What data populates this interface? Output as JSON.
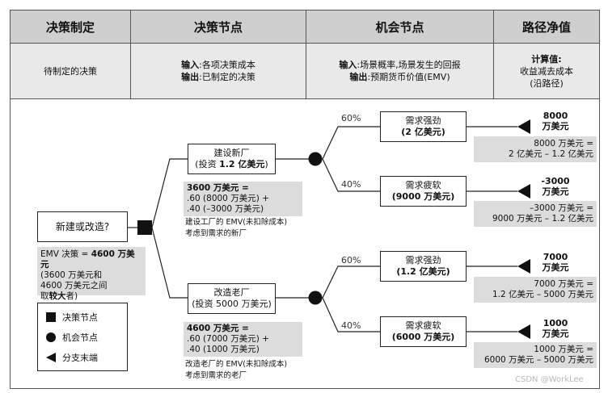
{
  "headers": {
    "col1": "决策制定",
    "col2": "决策节点",
    "col3": "机会节点",
    "col4": "路径净值"
  },
  "subheaders": {
    "col1": "待制定的决策",
    "col2_line1_label": "输入",
    "col2_line1_text": ":各项决策成本",
    "col2_line2_label": "输出",
    "col2_line2_text": ":已制定的决策",
    "col3_line1_label": "输入",
    "col3_line1_text": ":场景概率,场景发生的回报",
    "col3_line2_label": "输出",
    "col3_line2_text": ":预期货币价值(EMV)",
    "col4_line1": "计算值:",
    "col4_line2": "收益减去成本",
    "col4_line3": "(沿路径)"
  },
  "root": {
    "label": "新建或改造?",
    "emv_line1_prefix": "EMV 决策 = ",
    "emv_line1_value": "4600 万美元",
    "emv_line2": "(3600 万美元和",
    "emv_line3": "4600 万美元之间",
    "emv_line4_prefix": "取",
    "emv_line4_bold": "较大",
    "emv_line4_suffix": "者)"
  },
  "branch_new": {
    "label_line1": "建设新厂",
    "label_line2_prefix": "(投资 ",
    "label_line2_bold": "1.2 亿美元",
    "label_line2_suffix": ")",
    "calc_line1": "3600 万美元 =",
    "calc_line2": ".60 (8000 万美元) +",
    "calc_line3": ".40 (–3000 万美元)",
    "note_line1": "建设工厂的 EMV(未扣除成本)",
    "note_line2": "考虑到需求的新厂"
  },
  "branch_upgrade": {
    "label_line1": "改造老厂",
    "label_line2": "(投资 5000 万美元)",
    "calc_line1": "4600 万美元 =",
    "calc_line2": ".60 (7000 万美元) +",
    "calc_line3": ".40 (1000 万美元)",
    "note_line1": "改造老厂的 EMV(未扣除成本)",
    "note_line2": "考虑到需求的老厂"
  },
  "outcomes": [
    {
      "pct": "60%",
      "label_line1": "需求强劲",
      "label_line2": "(2 亿美元)",
      "end_line1": "8000",
      "end_line2": "万美元",
      "calc_line1": "8000 万美元 =",
      "calc_line2": "2 亿美元 – 1.2 亿美元"
    },
    {
      "pct": "40%",
      "label_line1": "需求疲软",
      "label_line2": "(9000 万美元)",
      "end_line1": "-3000",
      "end_line2": "万美元",
      "calc_line1": "–3000 万美元 =",
      "calc_line2": "9000 万美元 – 1.2 亿美元"
    },
    {
      "pct": "60%",
      "label_line1": "需求强劲",
      "label_line2": "(1.2 亿美元)",
      "end_line1": "7000",
      "end_line2": "万美元",
      "calc_line1": "7000 万美元 =",
      "calc_line2": "1.2 亿美元 – 5000 万美元"
    },
    {
      "pct": "40%",
      "label_line1": "需求疲软",
      "label_line2": "(6000 万美元)",
      "end_line1": "1000",
      "end_line2": "万美元",
      "calc_line1": "1000 万美元 =",
      "calc_line2": "6000 万美元 – 5000 万美元"
    }
  ],
  "legend": {
    "decision": "决策节点",
    "chance": "机会节点",
    "end": "分支末端"
  },
  "watermark": "CSDN @WorkLee"
}
